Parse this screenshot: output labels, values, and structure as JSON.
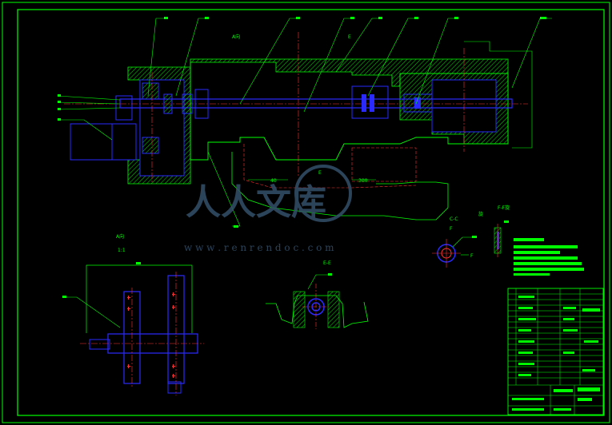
{
  "views": {
    "section_a": "A向",
    "section_e": "E",
    "view_a": "A向",
    "view_a_scale": "1:1",
    "view_cc": "C-C",
    "view_ee": "E-E",
    "view_ff": "F-F旋",
    "label_f": "F",
    "label_f2": "F",
    "label_rot": "旋",
    "dim_40": "40",
    "dim_300": "300"
  },
  "watermark": {
    "cn": "人人文库",
    "url": "w w w . r e n r e n d o c . c o m"
  },
  "colors": {
    "frame": "#00ff00",
    "part": "#2a2aff",
    "hatch": "#00ff00",
    "center": "#ff3030",
    "leader": "#00ff00"
  }
}
